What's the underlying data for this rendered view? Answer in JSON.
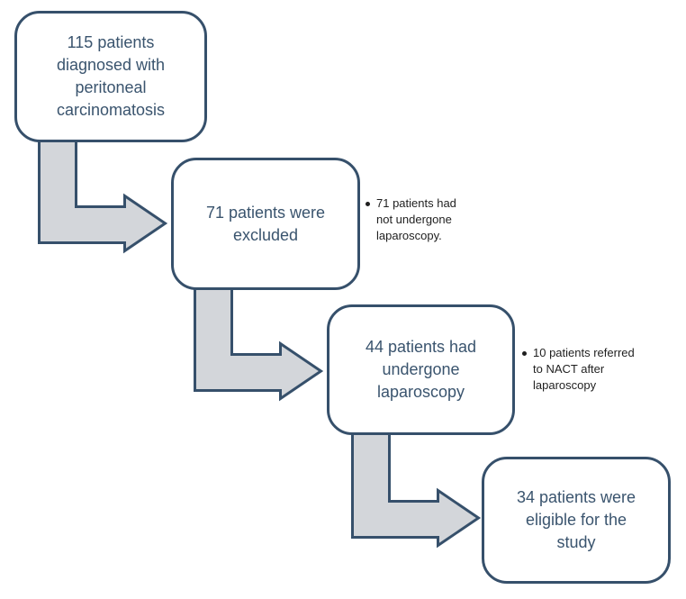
{
  "diagram": {
    "type": "patient-flowchart",
    "colors": {
      "outline": "#36506B",
      "box_text": "#3A546E",
      "arrow_fill": "#D3D6DA",
      "note_text": "#1F1F1F",
      "background": "#FFFFFF"
    },
    "boxes": [
      {
        "id": "diagnosed",
        "text": "115 patients diagnosed with peritoneal carcinomatosis"
      },
      {
        "id": "excluded",
        "text": "71 patients were excluded"
      },
      {
        "id": "laparoscopy",
        "text": "44 patients had undergone laparoscopy"
      },
      {
        "id": "eligible",
        "text": "34 patients were eligible for the study"
      }
    ],
    "notes": [
      {
        "id": "exclusion-reason",
        "text": "71 patients had not undergone laparoscopy."
      },
      {
        "id": "nact-referral",
        "text": "10 patients referred to NACT after laparoscopy"
      }
    ],
    "arrows": [
      {
        "from": "diagnosed",
        "to": "excluded",
        "shape": "bent-down-right"
      },
      {
        "from": "excluded",
        "to": "laparoscopy",
        "shape": "bent-down-right"
      },
      {
        "from": "laparoscopy",
        "to": "eligible",
        "shape": "bent-down-right"
      }
    ]
  }
}
